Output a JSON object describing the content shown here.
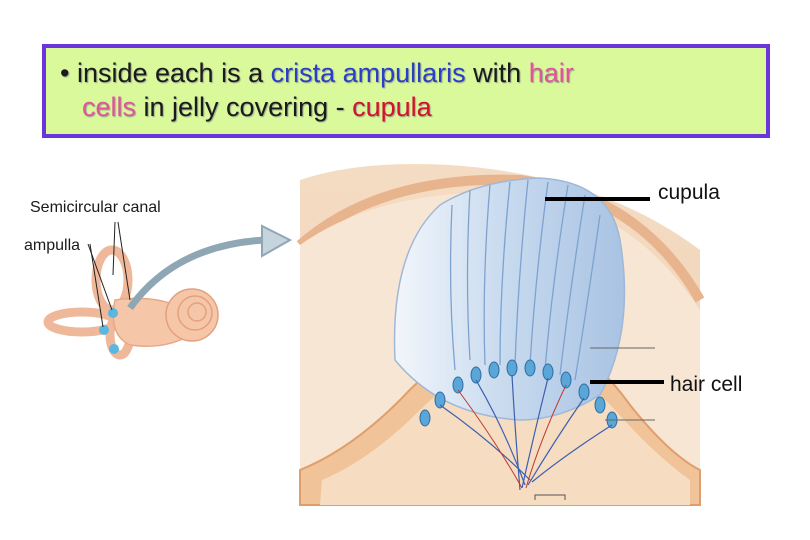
{
  "bullet": {
    "marker": "•",
    "seg1": "inside each is a ",
    "seg2": "crista ampullaris",
    "seg3": " with ",
    "seg4": "hair",
    "seg5": "cells",
    "seg6": " in jelly covering - ",
    "seg7": "cupula"
  },
  "labels": {
    "semicircular_canal": "Semicircular canal",
    "ampulla": "ampulla",
    "cupula": "cupula",
    "hair_cell": "hair cell"
  },
  "colors": {
    "box_background": "#d9f99b",
    "box_border": "#6a35d9",
    "term_blue": "#2a3ec8",
    "term_red": "#d2122e",
    "term_pink": "#e0559a"
  }
}
